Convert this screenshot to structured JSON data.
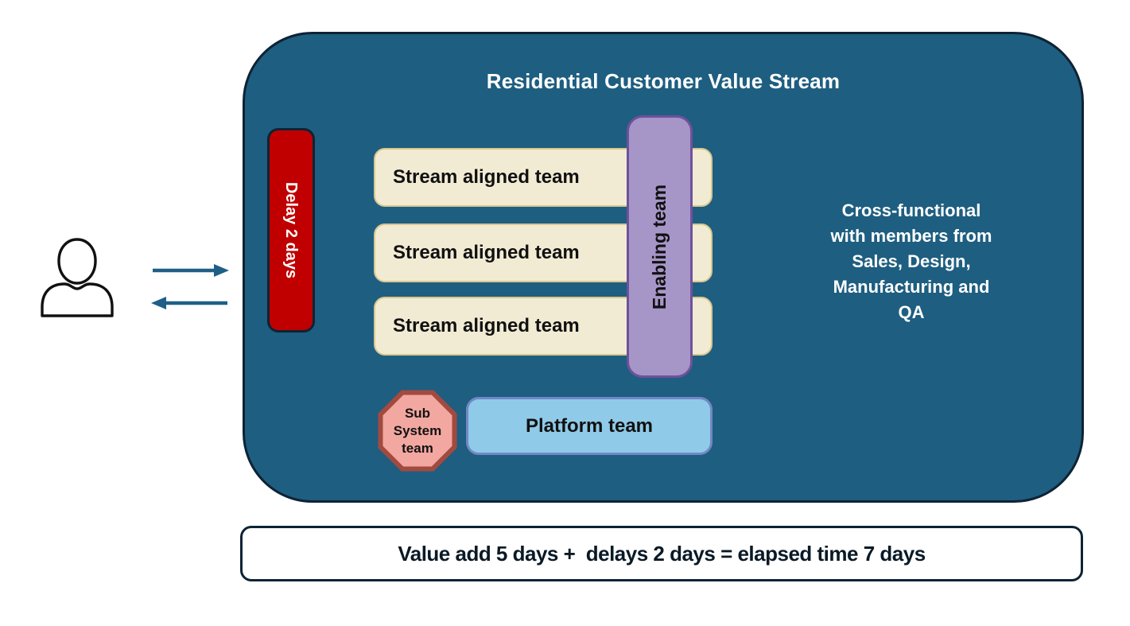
{
  "diagram": {
    "container": {
      "title": "Residential Customer Value Stream",
      "fill_color": "#1E5E80",
      "border_color": "#0D2335"
    },
    "delay": {
      "label": "Delay 2 days",
      "fill_color": "#C00000"
    },
    "stream_teams": [
      "Stream aligned team",
      "Stream aligned team",
      "Stream aligned team"
    ],
    "stream_team_colors": {
      "fill_color": "#F2EBD4",
      "border_color": "#D8C68F"
    },
    "enabling": {
      "label": "Enabling team",
      "fill_color": "#A696C8",
      "border_color": "#6F519B"
    },
    "cross_functional_note": "Cross-functional\nwith members from\nSales, Design,\nManufacturing and\nQA",
    "subsystem": {
      "label": "Sub\nSystem\nteam",
      "fill_color": "#F2A8A0",
      "border_color": "#A34A40"
    },
    "platform": {
      "label": "Platform team",
      "fill_color": "#8FCAE8",
      "border_color": "#7287C4"
    },
    "actor": {
      "icon": "person-icon",
      "arrow_color": "#1F5F87"
    },
    "summary_bar": {
      "text": "Value add 5 days +  delays 2 days = elapsed time 7 days"
    }
  }
}
